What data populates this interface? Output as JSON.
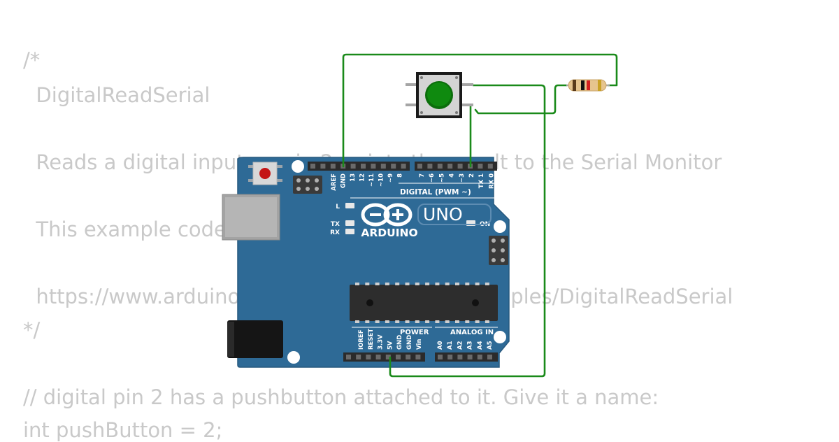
{
  "code_lines": [
    "/*",
    "  DigitalReadSerial",
    "  Reads a digital input on pin 2, prints the result to the Serial Monitor",
    "  This example code is in the public domain.",
    "  https://www.arduino.cc/en/Tutorial/BuiltInExamples/DigitalReadSerial",
    "*/",
    "// digital pin 2 has a pushbutton attached to it. Give it a name:",
    "int pushButton = 2;"
  ],
  "board": {
    "brand": "ARDUINO",
    "model": "UNO",
    "digital_header_label": "DIGITAL (PWM ~)",
    "power_label": "POWER",
    "analog_label": "ANALOG IN",
    "led_l": "L",
    "led_tx": "TX",
    "led_rx": "RX",
    "led_on": "ON",
    "top_pins_left": [
      "AREF",
      "GND",
      "13",
      "12",
      "~11",
      "~10",
      "~9",
      "8"
    ],
    "top_pins_right": [
      "7",
      "~6",
      "~5",
      "4",
      "~3",
      "2",
      "TX 1",
      "RX 0"
    ],
    "power_pins": [
      "IOREF",
      "RESET",
      "3.3V",
      "5V",
      "GND",
      "GND",
      "Vin"
    ],
    "analog_pins": [
      "A0",
      "A1",
      "A2",
      "A3",
      "A4",
      "A5"
    ],
    "colors": {
      "board": "#2e6a96",
      "header": "#2b2b2b",
      "pcb_edge": "#1f4f73"
    }
  },
  "components": {
    "pushbutton": {
      "cap_color": "#0f8a0f"
    },
    "resistor": {
      "bands": [
        "#5a3a1a",
        "#111111",
        "#d22020",
        "#c9a227"
      ]
    },
    "wire_color": "#1a8a1a"
  }
}
